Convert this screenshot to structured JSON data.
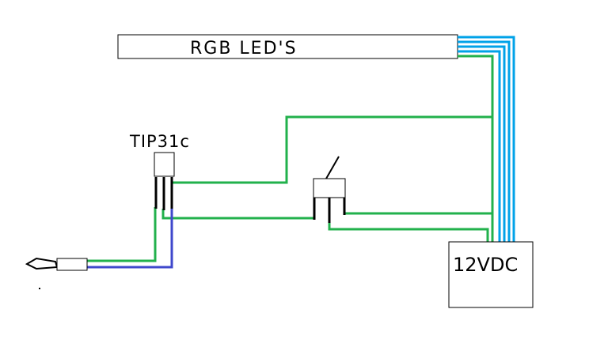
{
  "diagram": {
    "led_strip_label": "RGB LED'S",
    "transistor_label": "TIP31c",
    "power_supply_label": "12VDC"
  },
  "colors": {
    "ground_wire": "#22b14c",
    "signal_wire": "#3f48cc",
    "led_channel_wires": "#00a2e8",
    "outline": "#000000",
    "background": "#ffffff"
  },
  "icons": [
    "audio-jack-plug-icon",
    "toggle-switch-icon",
    "transistor-icon"
  ]
}
